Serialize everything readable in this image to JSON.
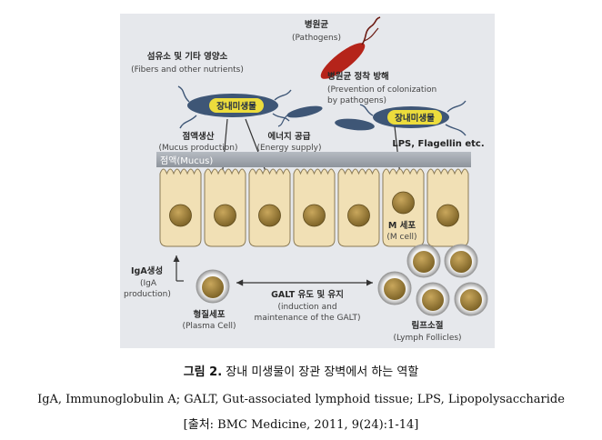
{
  "figure": {
    "pathogens": {
      "ko": "병원균",
      "en": "(Pathogens)"
    },
    "fibers": {
      "ko": "섬유소 및 기타 영양소",
      "en": "(Fibers and other nutrients)"
    },
    "prevention": {
      "ko": "병원균 정착 방해",
      "en1": "(Prevention of colonization",
      "en2": "by pathogens)"
    },
    "microbiota_pill": "장내미생물",
    "mucus_production": {
      "ko": "점액생산",
      "en": "(Mucus production)"
    },
    "energy_supply": {
      "ko": "에너지 공급",
      "en": "(Energy supply)"
    },
    "lps": "LPS, Flagellin etc.",
    "mucus_layer": "점액(Mucus)",
    "m_cell": {
      "ko": "M 세포",
      "en": "(M cell)"
    },
    "iga_production": {
      "ko": "IgA생성",
      "en1": "(IgA",
      "en2": "production)"
    },
    "galt": {
      "ko": "GALT 유도 및 유지",
      "en1": "(induction and",
      "en2": "maintenance of the GALT)"
    },
    "plasma_cell": {
      "ko": "형질세포",
      "en": "(Plasma Cell)"
    },
    "lymph_follicles": {
      "ko": "림프소절",
      "en": "(Lymph Follicles)"
    },
    "colors": {
      "background": "#e6e8ec",
      "mucus": "#9da3ab",
      "cell_fill": "#f1e0b5",
      "nucleus": "#a98a45",
      "pill": "#ecdc3c",
      "bacteria": "#3e5676",
      "pathogen": "#b5241a"
    }
  },
  "caption": {
    "number": "그림 2.",
    "text": " 장내 미생물이 장관 장벽에서 하는 역할"
  },
  "abbreviations": "IgA, Immunoglobulin A; GALT, Gut-associated lymphoid tissue; LPS, Lipopolysaccharide",
  "source": "[출처: BMC Medicine, 2011, 9(24):1-14]"
}
